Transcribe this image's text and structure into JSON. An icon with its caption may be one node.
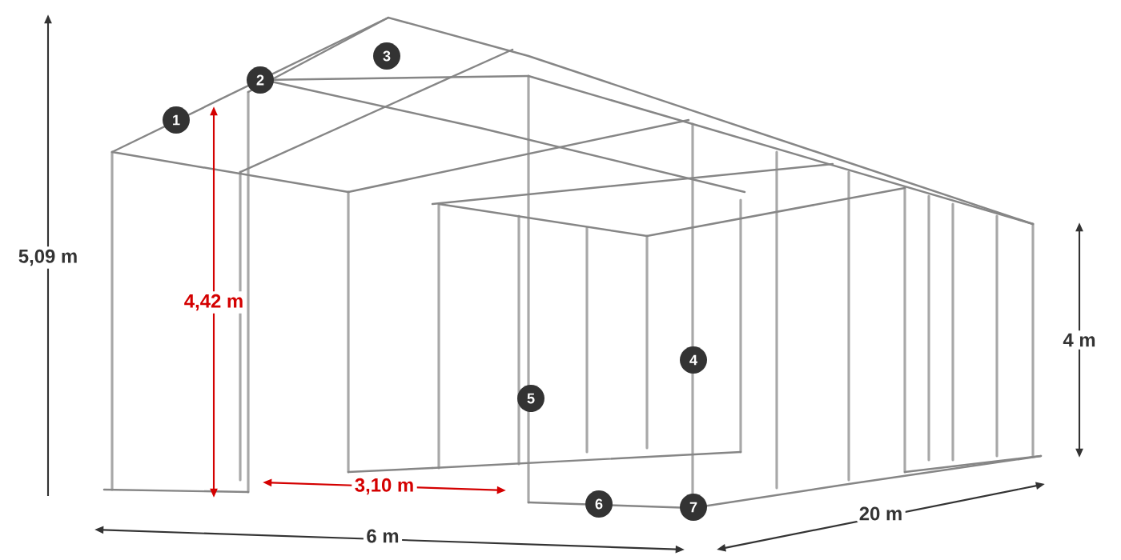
{
  "diagram": {
    "labels": [
      "3",
      "2",
      "1",
      "5,09 m",
      "4,42 m",
      "4 m",
      "4",
      "5",
      "3,10 m",
      "6",
      "7",
      "20 m",
      "6 m"
    ]
  }
}
